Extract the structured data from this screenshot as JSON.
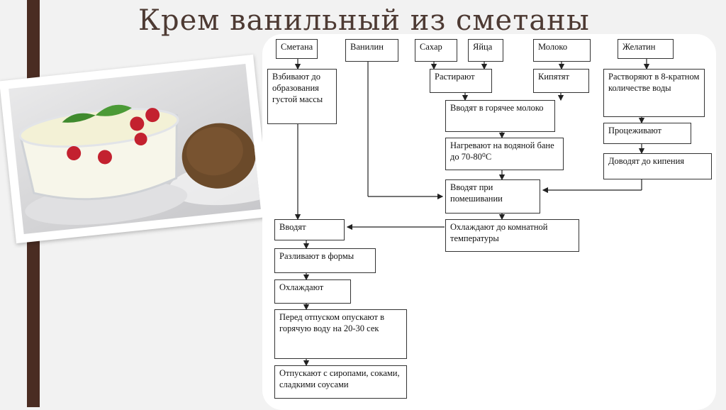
{
  "slide": {
    "title": "Крем ванильный из сметаны"
  },
  "diagram": {
    "nodes": {
      "smetana": "Сметана",
      "vanilin": "Ванилин",
      "sakhar": "Сахар",
      "yaitsa": "Яйца",
      "moloko": "Молоко",
      "zhelatin": "Желатин",
      "vzbivayut": "Взбивают до образования густой массы",
      "rastirayut": "Растирают",
      "kipyatyat": "Кипятят",
      "rastvoryayut": "Растворяют в 8-кратном количестве воды",
      "vvodyat_goryachee": "Вводят в горячее молоко",
      "protsezhivayut": "Процеживают",
      "nagrevayut": "Нагревают на водяной бане до 70-80⁰С",
      "dovodyat": "Доводят до кипения",
      "vvodyat_pri": "Вводят при помешивании",
      "vvodyat": "Вводят",
      "okhlazhdayut_komnat": "Охлаждают до комнатной температуры",
      "razlivayut": "Разливают в формы",
      "okhlazhdayut": "Охлаждают",
      "pered": "Перед отпуском опускают в горячую воду на 20-30 сек",
      "otpuskayut": "Отпускают с сиропами, соками, сладкими соусами"
    }
  },
  "colors": {
    "sidebar": "#4a2c22",
    "title": "#4d3a33",
    "berry": "#c3212f",
    "leaf": "#3f8a2e",
    "kiwi": "#6b4a2a"
  }
}
